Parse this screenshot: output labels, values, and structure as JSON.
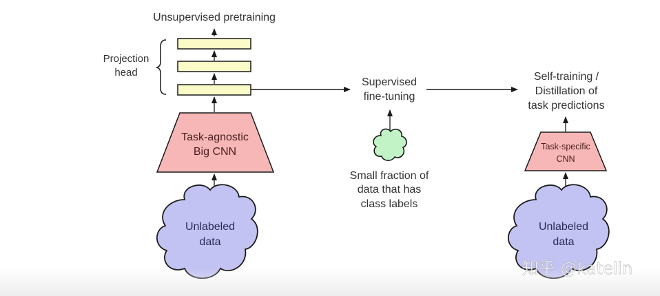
{
  "diagram": {
    "unsupervised": {
      "title": "Unsupervised pretraining",
      "projection_head_label": [
        "Projection",
        "head"
      ],
      "big_cnn_label": [
        "Task-agnostic",
        "Big CNN"
      ],
      "unlabeled_data_label": [
        "Unlabeled",
        "data"
      ]
    },
    "supervised": {
      "title": [
        "Supervised",
        "fine-tuning"
      ],
      "labeled_data_label": [
        "Small fraction of",
        "data that has",
        "class labels"
      ]
    },
    "distillation": {
      "title": [
        "Self-training /",
        "Distillation of",
        "task predictions"
      ],
      "task_cnn_label": [
        "Task-specific",
        "CNN"
      ],
      "unlabeled_data_label": [
        "Unlabeled",
        "data"
      ]
    },
    "watermark": "知乎 @katelin",
    "colors": {
      "projection_fill": "#fbfbc8",
      "cnn_fill": "#f7b7b7",
      "unlabeled_cloud_fill": "#c3c3f3",
      "labeled_cloud_fill": "#c2f3c6",
      "stroke": "#1a1a1a"
    }
  }
}
